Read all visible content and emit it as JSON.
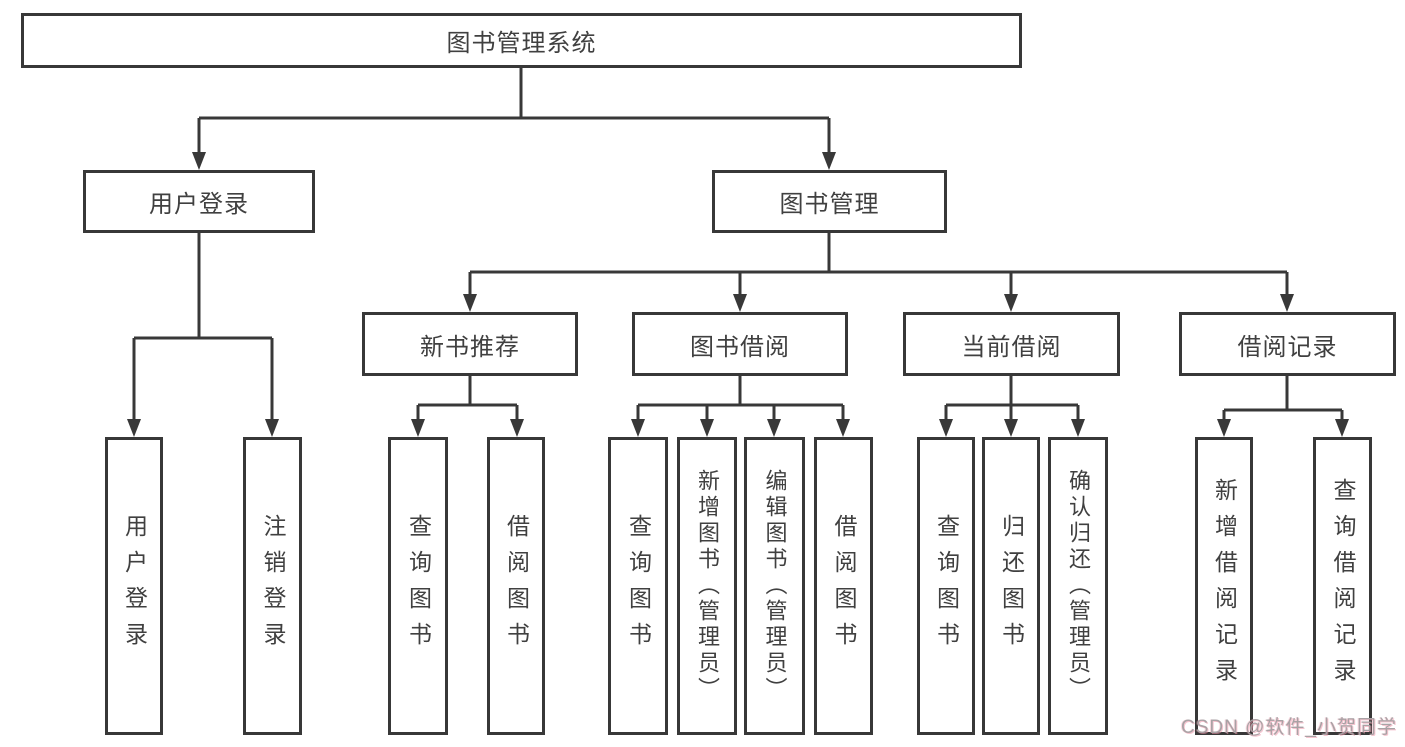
{
  "diagram": {
    "root": {
      "label": "图书管理系统"
    },
    "level2": [
      {
        "label": "用户登录"
      },
      {
        "label": "图书管理"
      }
    ],
    "user_login_children": [
      {
        "label": "用户登录"
      },
      {
        "label": "注销登录"
      }
    ],
    "level3": [
      {
        "label": "新书推荐"
      },
      {
        "label": "图书借阅"
      },
      {
        "label": "当前借阅"
      },
      {
        "label": "借阅记录"
      }
    ],
    "new_book_children": [
      {
        "label": "查询图书"
      },
      {
        "label": "借阅图书"
      }
    ],
    "book_borrow_children": [
      {
        "label": "查询图书"
      },
      {
        "label": "新增图书（管理员）"
      },
      {
        "label": "编辑图书（管理员）"
      },
      {
        "label": "借阅图书"
      }
    ],
    "current_borrow_children": [
      {
        "label": "查询图书"
      },
      {
        "label": "归还图书"
      },
      {
        "label": "确认归还（管理员）"
      }
    ],
    "borrow_record_children": [
      {
        "label": "新增借阅记录"
      },
      {
        "label": "查询借阅记录"
      }
    ],
    "watermark": "CSDN @软件_小贺同学",
    "colors": {
      "line": "#383838",
      "text": "#404040",
      "background": "#ffffff",
      "watermark_gray": "#a9a2a5",
      "watermark_pink": "#ee96aa"
    }
  }
}
